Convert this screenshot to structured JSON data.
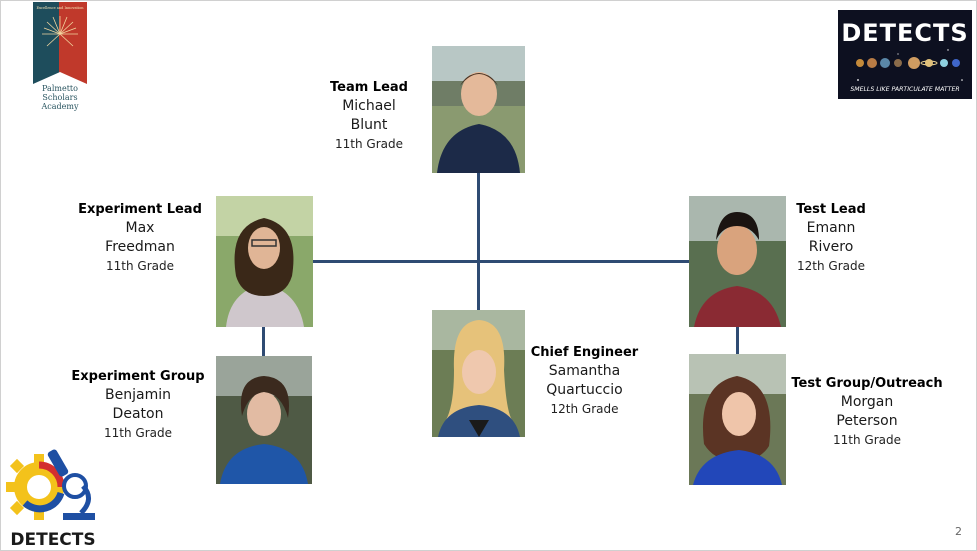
{
  "school_logo": {
    "tagline": "Excellence and Innovation",
    "name_line1": "Palmetto",
    "name_line2": "Scholars",
    "name_line3": "Academy"
  },
  "detects_banner": {
    "title": "DETECTS",
    "subtitle": "SMELLS LIKE PARTICULATE MATTER"
  },
  "detects_logo": {
    "text": "DETECTS"
  },
  "team": {
    "team_lead": {
      "role": "Team Lead",
      "first": "Michael",
      "last": "Blunt",
      "grade": "11th Grade"
    },
    "experiment_lead": {
      "role": "Experiment Lead",
      "first": "Max",
      "last": "Freedman",
      "grade": "11th Grade"
    },
    "test_lead": {
      "role": "Test Lead",
      "first": "Emann",
      "last": "Rivero",
      "grade": "12th Grade"
    },
    "chief_engineer": {
      "role": "Chief Engineer",
      "first": "Samantha",
      "last": "Quartuccio",
      "grade": "12th Grade"
    },
    "experiment_group": {
      "role": "Experiment Group",
      "first": "Benjamin",
      "last": "Deaton",
      "grade": "11th Grade"
    },
    "test_group": {
      "role": "Test Group/Outreach",
      "first": "Morgan",
      "last": "Peterson",
      "grade": "11th Grade"
    }
  },
  "page_number": "2"
}
